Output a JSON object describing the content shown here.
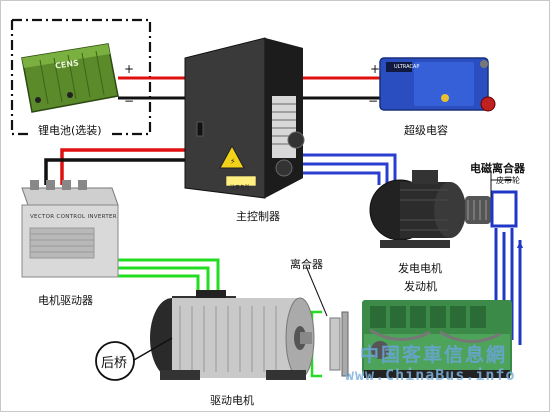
{
  "labels": {
    "battery": "锂电池(选装)",
    "controller": "主控制器",
    "supercap": "超级电容",
    "inverter": "电机驱动器",
    "generator": "发电电机",
    "engine": "发动机",
    "em_clutch": "电磁离合器",
    "pulley": "皮带轮",
    "clutch": "离合器",
    "drive_motor": "驱动电机",
    "rear_axle": "后桥",
    "plus_left": "+",
    "minus_left": "−",
    "plus_right": "+",
    "minus_right": "−"
  },
  "device_text": {
    "inverter_panel": "VECTOR CONTROL INVERTER",
    "battery_logo": "CENS",
    "supercap_tag": "ULTRACAP",
    "warning_tag": "注意危险"
  },
  "watermark": {
    "line1": "中国客車信息網",
    "line2": "www.ChinaBus.info"
  },
  "colors": {
    "positive": "#e01010",
    "negative": "#111111",
    "three_phase": "#2a3fd0",
    "drive_phase": "#22dd22",
    "belt": "#1f38c8",
    "dash_frame": "#111111"
  }
}
